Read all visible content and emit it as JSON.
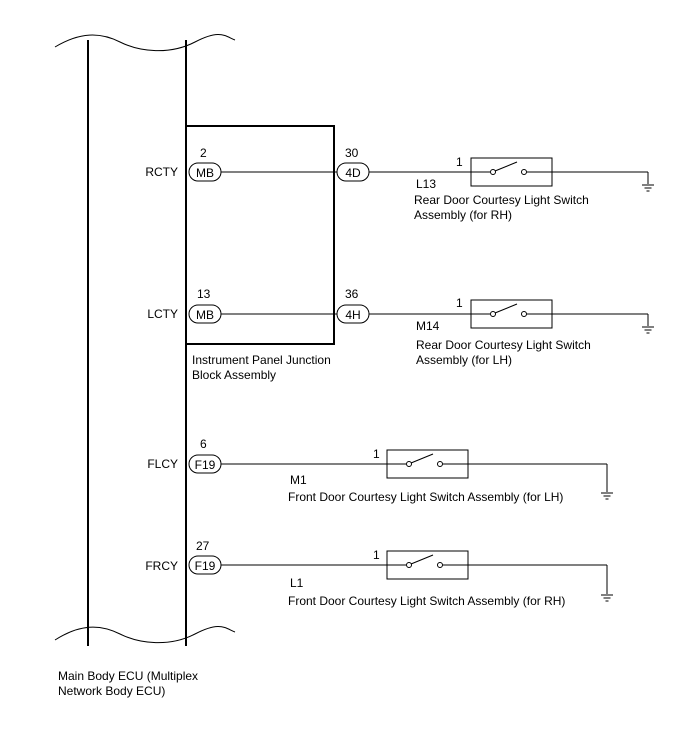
{
  "ecu": {
    "name_line1": "Main Body ECU (Multiplex",
    "name_line2": "Network Body ECU)"
  },
  "junction_block": {
    "name_line1": "Instrument Panel Junction",
    "name_line2": "Block Assembly"
  },
  "circuits": [
    {
      "terminal": "RCTY",
      "ecu_pin": "2",
      "ecu_connector": "MB",
      "jb_pin": "30",
      "jb_connector": "4D",
      "switch_pin": "1",
      "switch_code": "L13",
      "switch_name_line1": "Rear Door Courtesy Light Switch",
      "switch_name_line2": "Assembly (for RH)"
    },
    {
      "terminal": "LCTY",
      "ecu_pin": "13",
      "ecu_connector": "MB",
      "jb_pin": "36",
      "jb_connector": "4H",
      "switch_pin": "1",
      "switch_code": "M14",
      "switch_name_line1": "Rear Door Courtesy Light Switch",
      "switch_name_line2": "Assembly (for LH)"
    },
    {
      "terminal": "FLCY",
      "ecu_pin": "6",
      "ecu_connector": "F19",
      "switch_pin": "1",
      "switch_code": "M1",
      "switch_name_line1": "Front Door Courtesy Light Switch Assembly (for LH)"
    },
    {
      "terminal": "FRCY",
      "ecu_pin": "27",
      "ecu_connector": "F19",
      "switch_pin": "1",
      "switch_code": "L1",
      "switch_name_line1": "Front Door Courtesy Light Switch Assembly (for RH)"
    }
  ]
}
